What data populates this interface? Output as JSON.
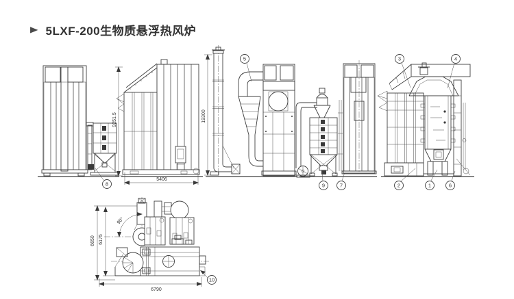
{
  "title": {
    "marker": "▶",
    "text": "5LXF-200生物质悬浮热风炉"
  },
  "colors": {
    "line": "#3f3f3f",
    "background": "#ffffff",
    "title_text": "#333333"
  },
  "drawing": {
    "dims": {
      "front_height": "9251.5",
      "chimney_height": "19300",
      "front_width": "5406",
      "plan_depth_outer": "6650",
      "plan_depth_inner": "6175",
      "plan_width": "6790",
      "duct_angle": "90°"
    },
    "balloons": {
      "b1": "1",
      "b2": "2",
      "b3": "3",
      "b4": "4",
      "b5": "5",
      "b6": "6",
      "b7": "7",
      "b8": "8",
      "b9": "9",
      "b10": "10"
    }
  }
}
